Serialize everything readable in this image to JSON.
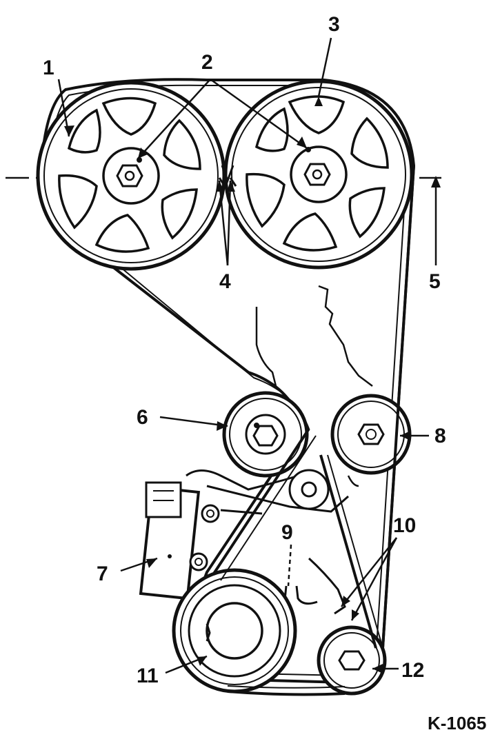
{
  "callouts": {
    "c1": "1",
    "c2": "2",
    "c3": "3",
    "c4": "4",
    "c5": "5",
    "c6": "6",
    "c7": "7",
    "c8": "8",
    "c9": "9",
    "c10": "10",
    "c11": "11",
    "c12": "12"
  },
  "figure_ref": "K-1065",
  "colors": {
    "ink": "#111111",
    "background": "#ffffff"
  }
}
